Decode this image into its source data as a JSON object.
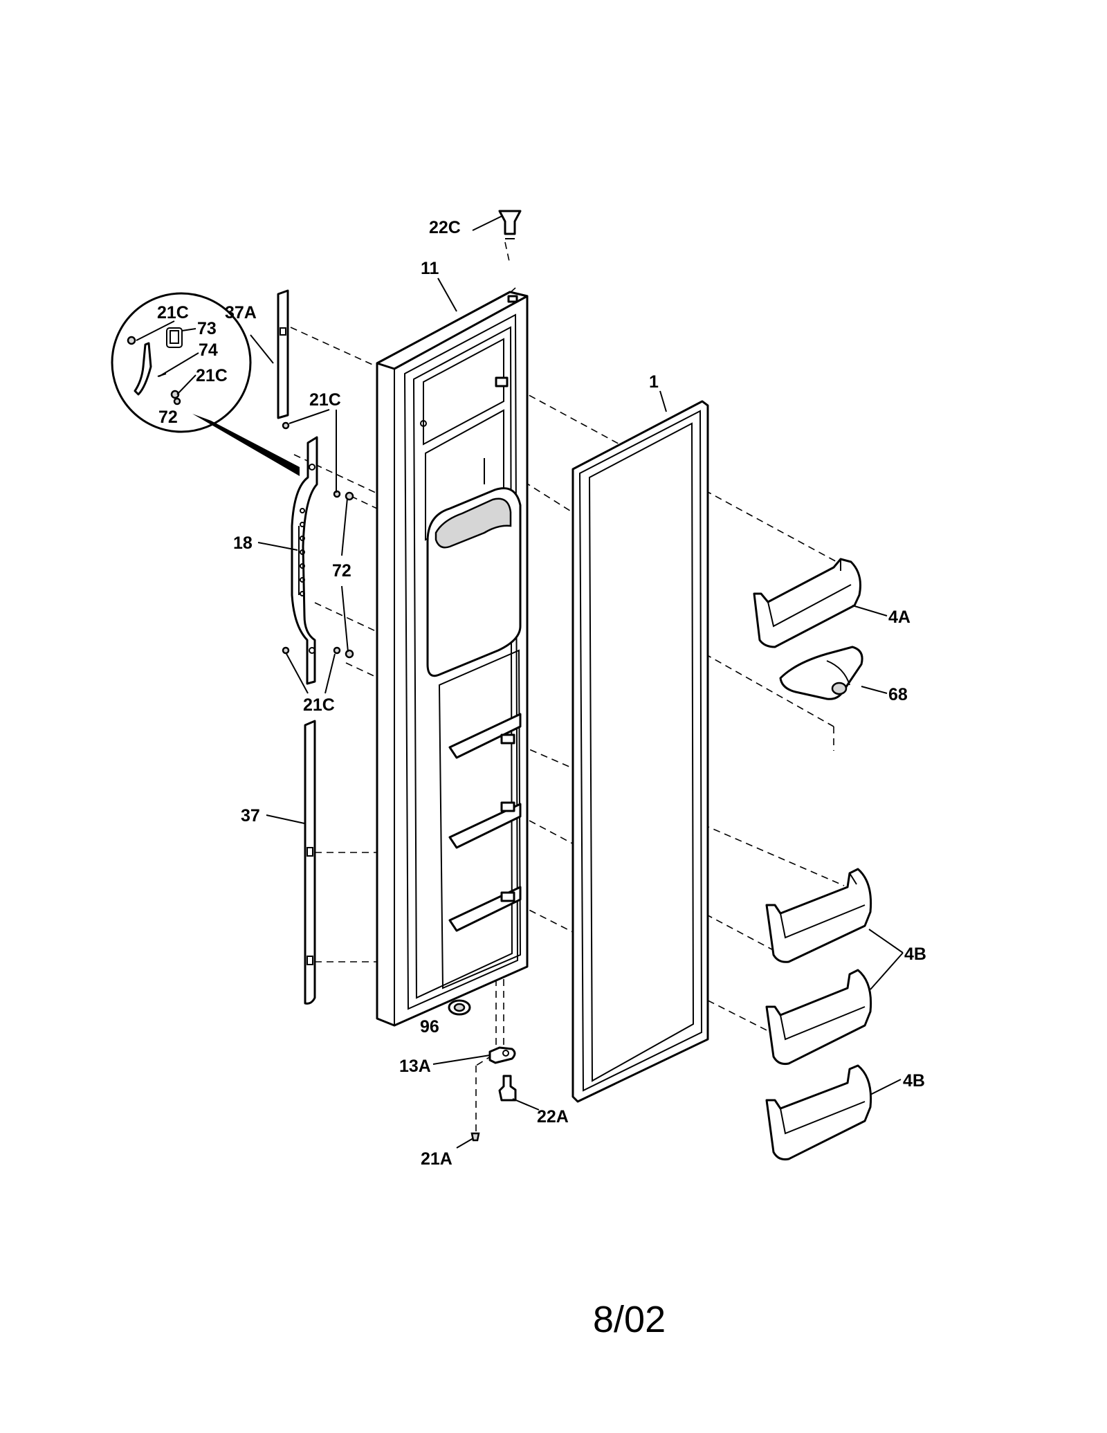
{
  "callouts": {
    "c22C_top": "22C",
    "c11": "11",
    "c37A": "37A",
    "c21C_inset_a": "21C",
    "c73": "73",
    "c74": "74",
    "c21C_inset_b": "21C",
    "c72_inset": "72",
    "c21C_upper": "21C",
    "c1": "1",
    "c18": "18",
    "c72": "72",
    "c4A": "4A",
    "c68": "68",
    "c21C_lower": "21C",
    "c37": "37",
    "c4B_upper": "4B",
    "c4B_lower": "4B",
    "c96": "96",
    "c13A": "13A",
    "c22A": "22A",
    "c21A": "21A"
  },
  "footer": {
    "date": "8/02"
  },
  "colors": {
    "line": "#000000",
    "background": "#ffffff",
    "shade": "#d6d6d6"
  }
}
